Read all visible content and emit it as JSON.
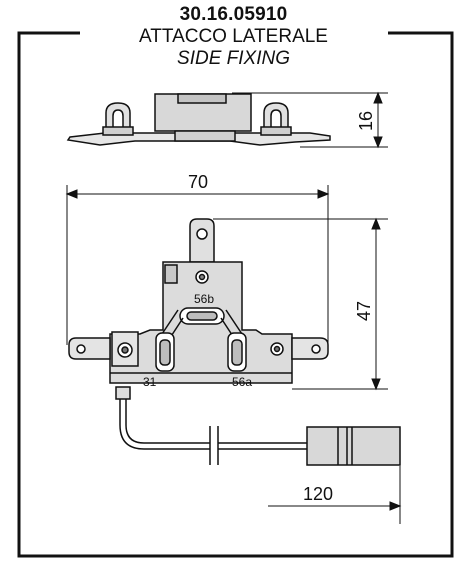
{
  "header": {
    "code": "30.16.05910",
    "name_it": "ATTACCO LATERALE",
    "name_en": "SIDE FIXING"
  },
  "dimensions": {
    "height_side": "16",
    "width": "70",
    "height_front": "47",
    "cable_length": "120"
  },
  "terminals": {
    "t56b": "56b",
    "t31": "31",
    "t56a": "56a"
  }
}
